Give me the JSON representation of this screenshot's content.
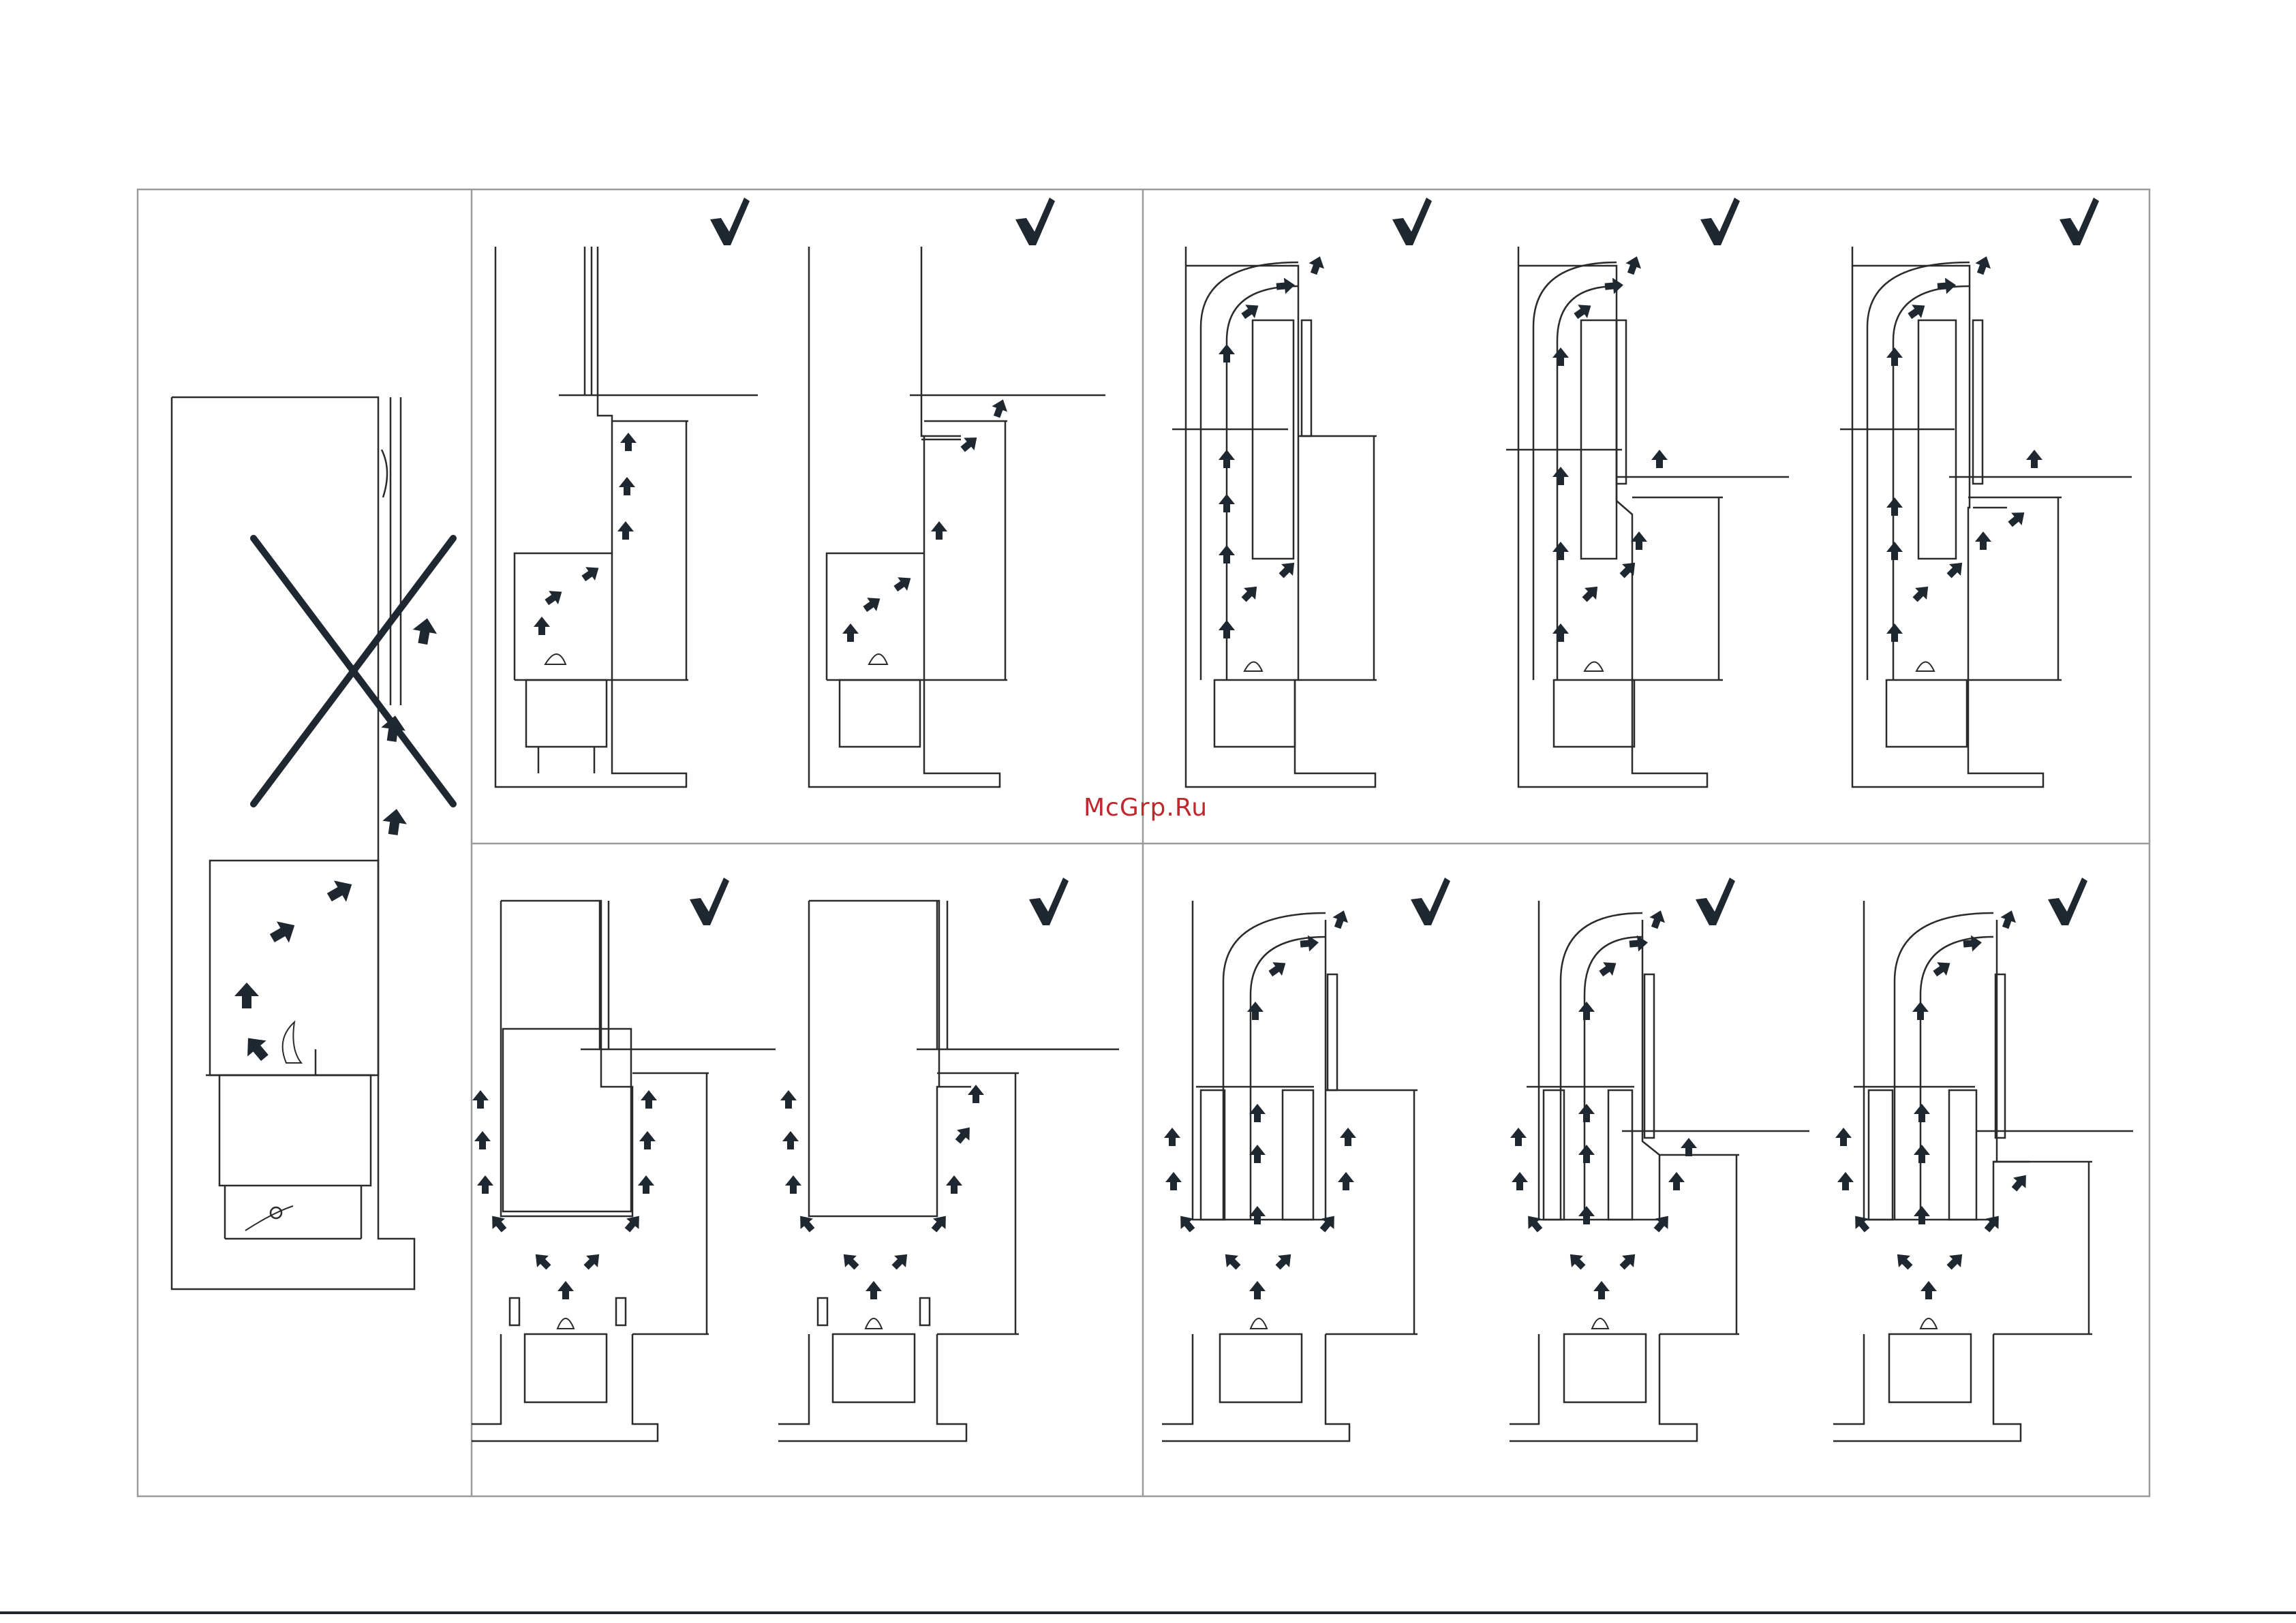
{
  "watermark": {
    "text": "McGrp.Ru",
    "color": "#c0272d"
  },
  "colors": {
    "line": "#2b2b2b",
    "frame": "#999999",
    "arrow": "#1f2730",
    "cross": "#1f2730",
    "check": "#1f2730"
  },
  "panels": [
    {
      "id": "left-incorrect",
      "mark": "cross-icon"
    },
    {
      "id": "top-1",
      "mark": "check-icon"
    },
    {
      "id": "top-2",
      "mark": "check-icon"
    },
    {
      "id": "top-3",
      "mark": "check-icon"
    },
    {
      "id": "top-4",
      "mark": "check-icon"
    },
    {
      "id": "top-5",
      "mark": "check-icon"
    },
    {
      "id": "bottom-1",
      "mark": "check-icon"
    },
    {
      "id": "bottom-2",
      "mark": "check-icon"
    },
    {
      "id": "bottom-3",
      "mark": "check-icon"
    },
    {
      "id": "bottom-4",
      "mark": "check-icon"
    },
    {
      "id": "bottom-5",
      "mark": "check-icon"
    }
  ]
}
